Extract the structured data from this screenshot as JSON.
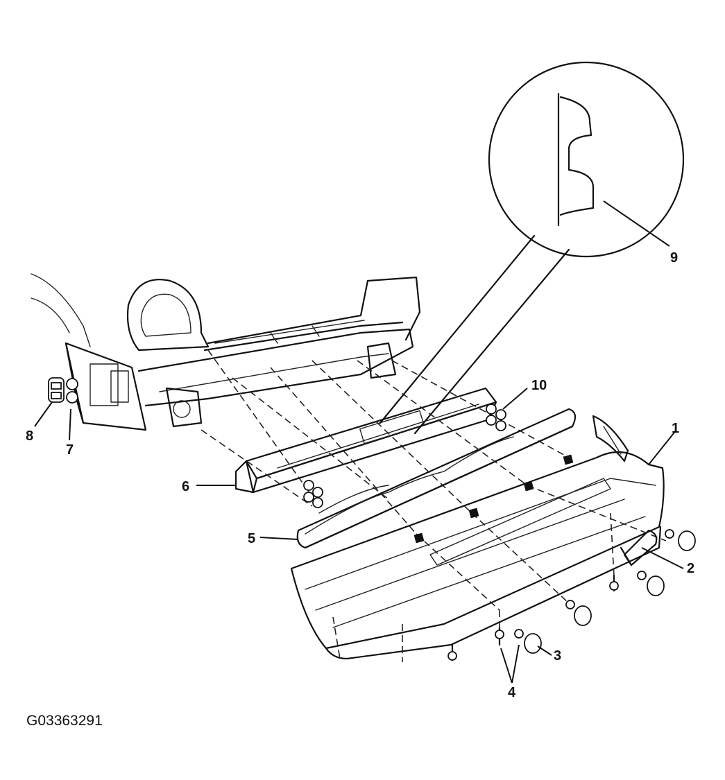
{
  "figure_id": "G03363291",
  "callouts": {
    "c1": "1",
    "c2": "2",
    "c3": "3",
    "c4": "4",
    "c5": "5",
    "c6": "6",
    "c7": "7",
    "c8": "8",
    "c9": "9",
    "c10": "10"
  }
}
